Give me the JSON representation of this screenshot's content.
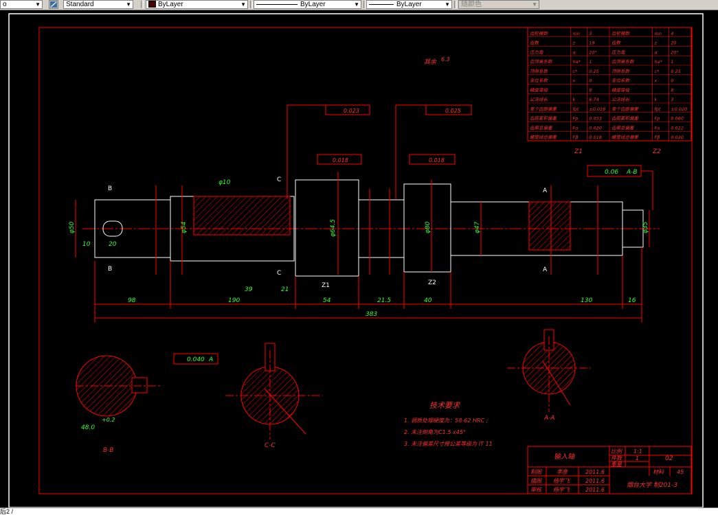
{
  "toolbar": {
    "left_fragment": "o",
    "text_style": "Standard",
    "layer": "ByLayer",
    "linetype": "ByLayer",
    "lineweight": "ByLayer",
    "plot_style": "随颜色"
  },
  "drawing": {
    "part_name": "输入轴",
    "school": "烟台大学 制201-3",
    "scale_label": "比例",
    "scale_value": "1:1",
    "count_label": "件数",
    "count_value": "1",
    "weight_label": "重量",
    "drawing_number": "02",
    "material_label": "材料",
    "material_value": "45",
    "designer_label": "制图",
    "designer_name": "李彦",
    "design_date": "2011.6",
    "drafter_label": "描图",
    "drafter_name": "杨宇飞",
    "drafter_date": "2011.6",
    "checker_label": "审核",
    "checker_name": "杨宇飞",
    "checker_date": "2011.6",
    "roughness_note": "其余",
    "roughness_value": "6.3",
    "tech_title": "技术要求",
    "tech_items": [
      "1. 调质处理硬度为：58-62 HRC ;",
      "2. 未注倒角为C1.5 x45°",
      "3. 未注偏差尺寸按公差等级为 IT 11"
    ],
    "section_labels": {
      "bb": "B-B",
      "cc": "C-C",
      "aa": "A-A"
    },
    "gear_labels": {
      "z1": "Z1",
      "z2": "Z2"
    },
    "param_header_z1": "Z1",
    "param_header_z2": "Z2",
    "params": [
      [
        "齿轮模数",
        "mn",
        "3",
        "齿轮模数",
        "mn",
        "4"
      ],
      [
        "齿数",
        "z",
        "19",
        "齿数",
        "z",
        "20"
      ],
      [
        "压力角",
        "α",
        "20°",
        "压力角",
        "α",
        "20°"
      ],
      [
        "齿顶高系数",
        "ha*",
        "1",
        "齿顶高系数",
        "ha*",
        "1"
      ],
      [
        "顶隙系数",
        "c*",
        "0.25",
        "顶隙系数",
        "c*",
        "0.25"
      ],
      [
        "变位系数",
        "x",
        "0",
        "变位系数",
        "x",
        "0"
      ],
      [
        "精度等级",
        "",
        "8",
        "精度等级",
        "",
        "8"
      ],
      [
        "公法线长",
        "k",
        "6.74",
        "公法线长",
        "k",
        "3"
      ],
      [
        "单个齿距偏差",
        "fpt",
        "±0.018",
        "单个齿距偏差",
        "fpt",
        "±0.020"
      ],
      [
        "齿距累积偏差",
        "Fp",
        "0.053",
        "齿距累积偏差",
        "Fp",
        "0.060"
      ],
      [
        "齿廓总偏差",
        "Fα",
        "0.020",
        "齿廓总偏差",
        "Fα",
        "0.022"
      ],
      [
        "螺旋线总偏差",
        "Fβ",
        "0.018",
        "螺旋线总偏差",
        "Fβ",
        "0.020"
      ]
    ],
    "tol_runout_1": "0.023",
    "tol_runout_2": "0.025",
    "tol_runout_3": "0.018",
    "tol_runout_4": "0.018",
    "datum_a": "A",
    "tol_cyl": "0.06",
    "tol_cyl_datum": "A-B",
    "tol_sym": "0.040",
    "dims": {
      "total": "383",
      "d98": "98",
      "d190": "190",
      "d21": "21",
      "d54": "54",
      "d21_5": "21.5",
      "d40": "40",
      "d130": "130",
      "d16": "16",
      "d39": "39",
      "d10": "10",
      "d20": "20",
      "phi50": "φ50",
      "phi54": "φ54",
      "phi64_5": "φ64.5",
      "phi80": "φ80",
      "phi47": "φ47",
      "phi35": "φ35",
      "phi10": "φ10",
      "keyw": "48.0",
      "keytol": "+0.2"
    },
    "cut_marks": {
      "b": "B",
      "c": "C",
      "a": "A"
    }
  },
  "statusbar": {
    "text": "后2 /"
  }
}
